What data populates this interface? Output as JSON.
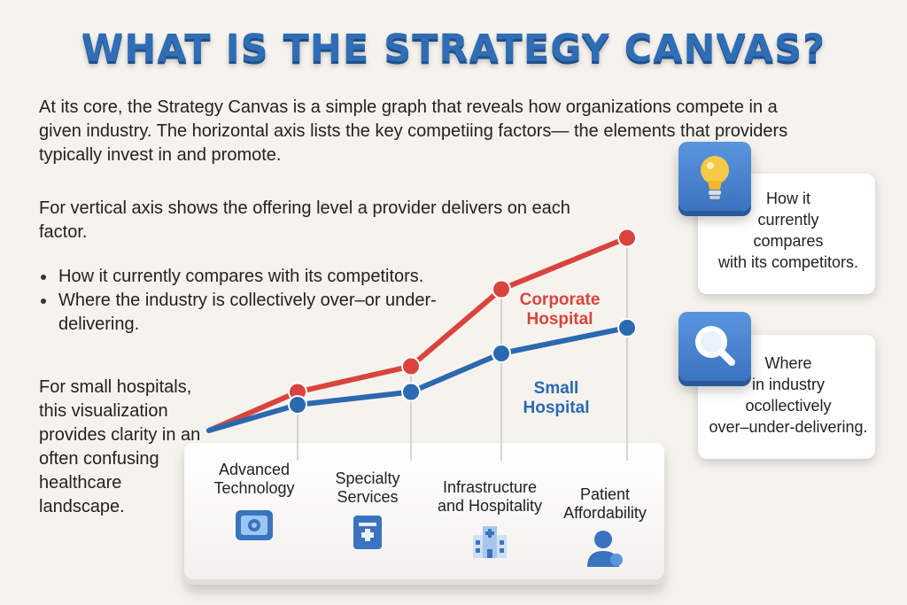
{
  "title": "WHAT IS THE STRATEGY CANVAS?",
  "intro": "At its core, the Strategy Canvas is a simple graph that reveals how organizations compete in a given industry. The horizontal axis lists the key competiing factors— the elements that providers typically invest in and promote.",
  "vertical_axis_text": "For vertical axis shows the offering level a provider delivers on each factor.",
  "bullets": [
    "How it currently compares with its competitors.",
    "Where the industry is collectively over–or under-delivering."
  ],
  "small_hospitals_text": "For small hospitals, this visualization provides clarity in an often confusing healthcare landscape.",
  "factors": [
    {
      "label": "Advanced Technology",
      "icon": "monitor-icon"
    },
    {
      "label": "Specialty Services",
      "icon": "medical-kit-icon"
    },
    {
      "label": "Infrastructure and Hospitality",
      "icon": "hospital-building-icon"
    },
    {
      "label": "Patient Affordability",
      "icon": "person-icon"
    }
  ],
  "cards": [
    {
      "icon": "lightbulb-icon",
      "lines": [
        "How it",
        "currently",
        "compares",
        "with its competitors."
      ]
    },
    {
      "icon": "magnifier-icon",
      "lines": [
        "Where",
        "in industry",
        "ocollectively",
        "over–under-delivering."
      ]
    }
  ],
  "colors": {
    "corporate": "#d9443e",
    "small": "#2b69b0",
    "title": "#2f6db5"
  },
  "chart_data": {
    "type": "line",
    "categories": [
      "Advanced Technology",
      "Specialty Services",
      "Infrastructure and Hospitality",
      "Patient Affordability"
    ],
    "series": [
      {
        "name": "Corporate Hospital",
        "color": "#d9443e",
        "values": [
          0,
          1.5,
          2.5,
          5.5,
          7.5
        ]
      },
      {
        "name": "Small Hospital",
        "color": "#2b69b0",
        "values": [
          0,
          1,
          1.5,
          3,
          4
        ]
      }
    ],
    "series_labels": [
      "Corporate Hospital",
      "Small Hospital"
    ],
    "grid": false
  }
}
